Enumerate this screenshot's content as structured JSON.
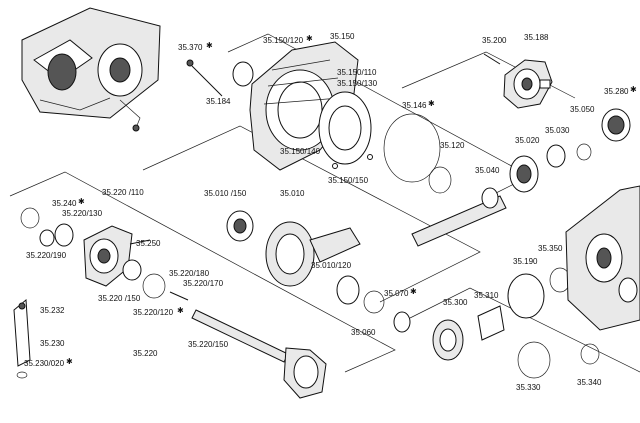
{
  "labels": {
    "p35370": "35.370",
    "p35184": "35.184",
    "p35150_120": "35.150/120",
    "p35150": "35.150",
    "p35150_110": "35.150/110",
    "p35150_130": "35.150/130",
    "p35150_140": "35.150/140",
    "p35150_150": "35.150/150",
    "p35146": "35.146",
    "p35120": "35.120",
    "p35200": "35.200",
    "p35188": "35.188",
    "p35280": "35.280",
    "p35050": "35.050",
    "p35030": "35.030",
    "p35020": "35.020",
    "p35040": "35.040",
    "p35220_110": "35.220 /110",
    "p35240": "35.240",
    "p35220_130": "35.220/130",
    "p35220_190": "35.220/190",
    "p35250": "35.250",
    "p35220_150": "35.220 /150",
    "p35220_180": "35.220/180",
    "p35220_170": "35.220/170",
    "p35220_120": "35.220/120",
    "p35010_150": "35.010 /150",
    "p35010": "35.010",
    "p35010_120": "35.010/120",
    "p35070": "35.070",
    "p35060": "35.060",
    "p35232": "35.232",
    "p35230": "35.230",
    "p35230_020": "35.230/020",
    "p35220": "35.220",
    "p35220_150b": "35.220/150",
    "p35190": "35.190",
    "p35300": "35.300",
    "p35310": "35.310",
    "p35350": "35.350",
    "p35330": "35.330",
    "p35340": "35.340"
  },
  "marker": "✱"
}
